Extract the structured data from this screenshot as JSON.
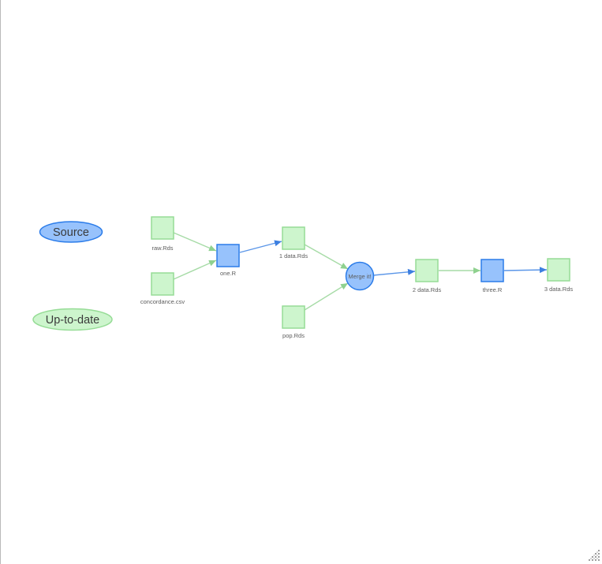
{
  "widget": {
    "background": "#ffffff",
    "frame_border_color": "#b9b9b9"
  },
  "legend": {
    "items": [
      {
        "label": "Source",
        "shape": "ellipse",
        "fill": "#97c2fc",
        "border": "#2b7ce9"
      },
      {
        "label": "Up-to-date",
        "shape": "ellipse",
        "fill": "#cdf5cd",
        "border": "#96dc96"
      }
    ]
  },
  "graph": {
    "nodes": [
      {
        "id": "raw.Rds",
        "label": "raw.Rds",
        "shape": "square",
        "group": "up-to-date"
      },
      {
        "id": "concordance.csv",
        "label": "concordance.csv",
        "shape": "square",
        "group": "up-to-date"
      },
      {
        "id": "one.R",
        "label": "one.R",
        "shape": "square",
        "group": "source"
      },
      {
        "id": "1 data.Rds",
        "label": "1 data.Rds",
        "shape": "square",
        "group": "up-to-date"
      },
      {
        "id": "pop.Rds",
        "label": "pop.Rds",
        "shape": "square",
        "group": "up-to-date"
      },
      {
        "id": "Merge it!",
        "label": "Merge it!",
        "shape": "circle",
        "group": "source"
      },
      {
        "id": "2 data.Rds",
        "label": "2 data.Rds",
        "shape": "square",
        "group": "up-to-date"
      },
      {
        "id": "three.R",
        "label": "three.R",
        "shape": "square",
        "group": "source"
      },
      {
        "id": "3 data.Rds",
        "label": "3 data.Rds",
        "shape": "square",
        "group": "up-to-date"
      }
    ],
    "edges": [
      {
        "from": "raw.Rds",
        "to": "one.R",
        "color": "green"
      },
      {
        "from": "concordance.csv",
        "to": "one.R",
        "color": "green"
      },
      {
        "from": "one.R",
        "to": "1 data.Rds",
        "color": "blue"
      },
      {
        "from": "1 data.Rds",
        "to": "Merge it!",
        "color": "green"
      },
      {
        "from": "pop.Rds",
        "to": "Merge it!",
        "color": "green"
      },
      {
        "from": "Merge it!",
        "to": "2 data.Rds",
        "color": "blue"
      },
      {
        "from": "2 data.Rds",
        "to": "three.R",
        "color": "green"
      },
      {
        "from": "three.R",
        "to": "3 data.Rds",
        "color": "blue"
      }
    ]
  },
  "colors": {
    "source_fill": "#97c2fc",
    "source_border": "#2b7ce9",
    "uptodate_fill": "#cdf5cd",
    "uptodate_border": "#96dc96",
    "edge_green": "#a6dba6",
    "edge_blue": "#5b96e8",
    "arrow_green": "#8fd18f",
    "arrow_blue": "#3d7fe0",
    "node_label": "#5c5c5c",
    "legend_label": "#3a3a3a",
    "grip_dot": "#9e9e9e",
    "grip_dot_light": "#d9d9d9"
  }
}
